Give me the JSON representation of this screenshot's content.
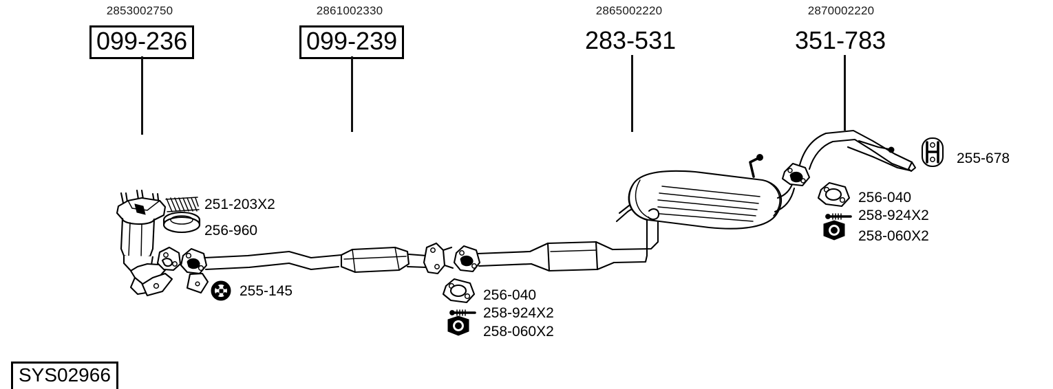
{
  "diagram": {
    "title_code": "SYS02966",
    "main_parts": [
      {
        "oem": "2853002750",
        "ref": "099-236",
        "boxed": true,
        "name": "catalytic-converter"
      },
      {
        "oem": "2861002330",
        "ref": "099-239",
        "boxed": true,
        "name": "front-pipe-resonator"
      },
      {
        "oem": "2865002220",
        "ref": "283-531",
        "boxed": false,
        "name": "centre-silencer"
      },
      {
        "oem": "2870002220",
        "ref": "351-783",
        "boxed": false,
        "name": "rear-silencer"
      }
    ],
    "fitting_kits": {
      "left": [
        {
          "ref": "251-203X2",
          "icon": "spring-icon"
        },
        {
          "ref": "256-960",
          "icon": "ring-gasket-icon"
        },
        {
          "ref": "255-145",
          "icon": "clamp-ring-icon"
        }
      ],
      "centre": [
        {
          "ref": "256-040",
          "icon": "oval-gasket-icon"
        },
        {
          "ref": "258-924X2",
          "icon": "bolt-icon"
        },
        {
          "ref": "258-060X2",
          "icon": "nut-icon"
        }
      ],
      "right": [
        {
          "ref": "256-040",
          "icon": "oval-gasket-icon"
        },
        {
          "ref": "258-924X2",
          "icon": "bolt-icon"
        },
        {
          "ref": "258-060X2",
          "icon": "nut-icon"
        }
      ],
      "hanger": [
        {
          "ref": "255-678",
          "icon": "rubber-hanger-icon"
        }
      ]
    },
    "colors": {
      "line": "#000000",
      "background": "#ffffff"
    }
  }
}
